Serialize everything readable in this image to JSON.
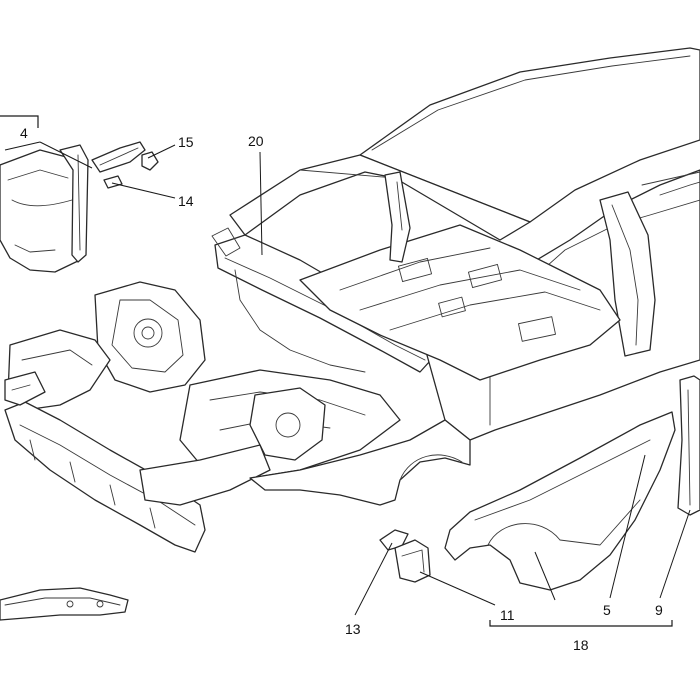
{
  "callouts": [
    {
      "id": "c4",
      "label": "4"
    },
    {
      "id": "c15",
      "label": "15"
    },
    {
      "id": "c14",
      "label": "14"
    },
    {
      "id": "c20",
      "label": "20"
    },
    {
      "id": "c13",
      "label": "13"
    },
    {
      "id": "c11",
      "label": "11"
    },
    {
      "id": "c5",
      "label": "5"
    },
    {
      "id": "c9",
      "label": "9"
    },
    {
      "id": "c18",
      "label": "18"
    }
  ]
}
